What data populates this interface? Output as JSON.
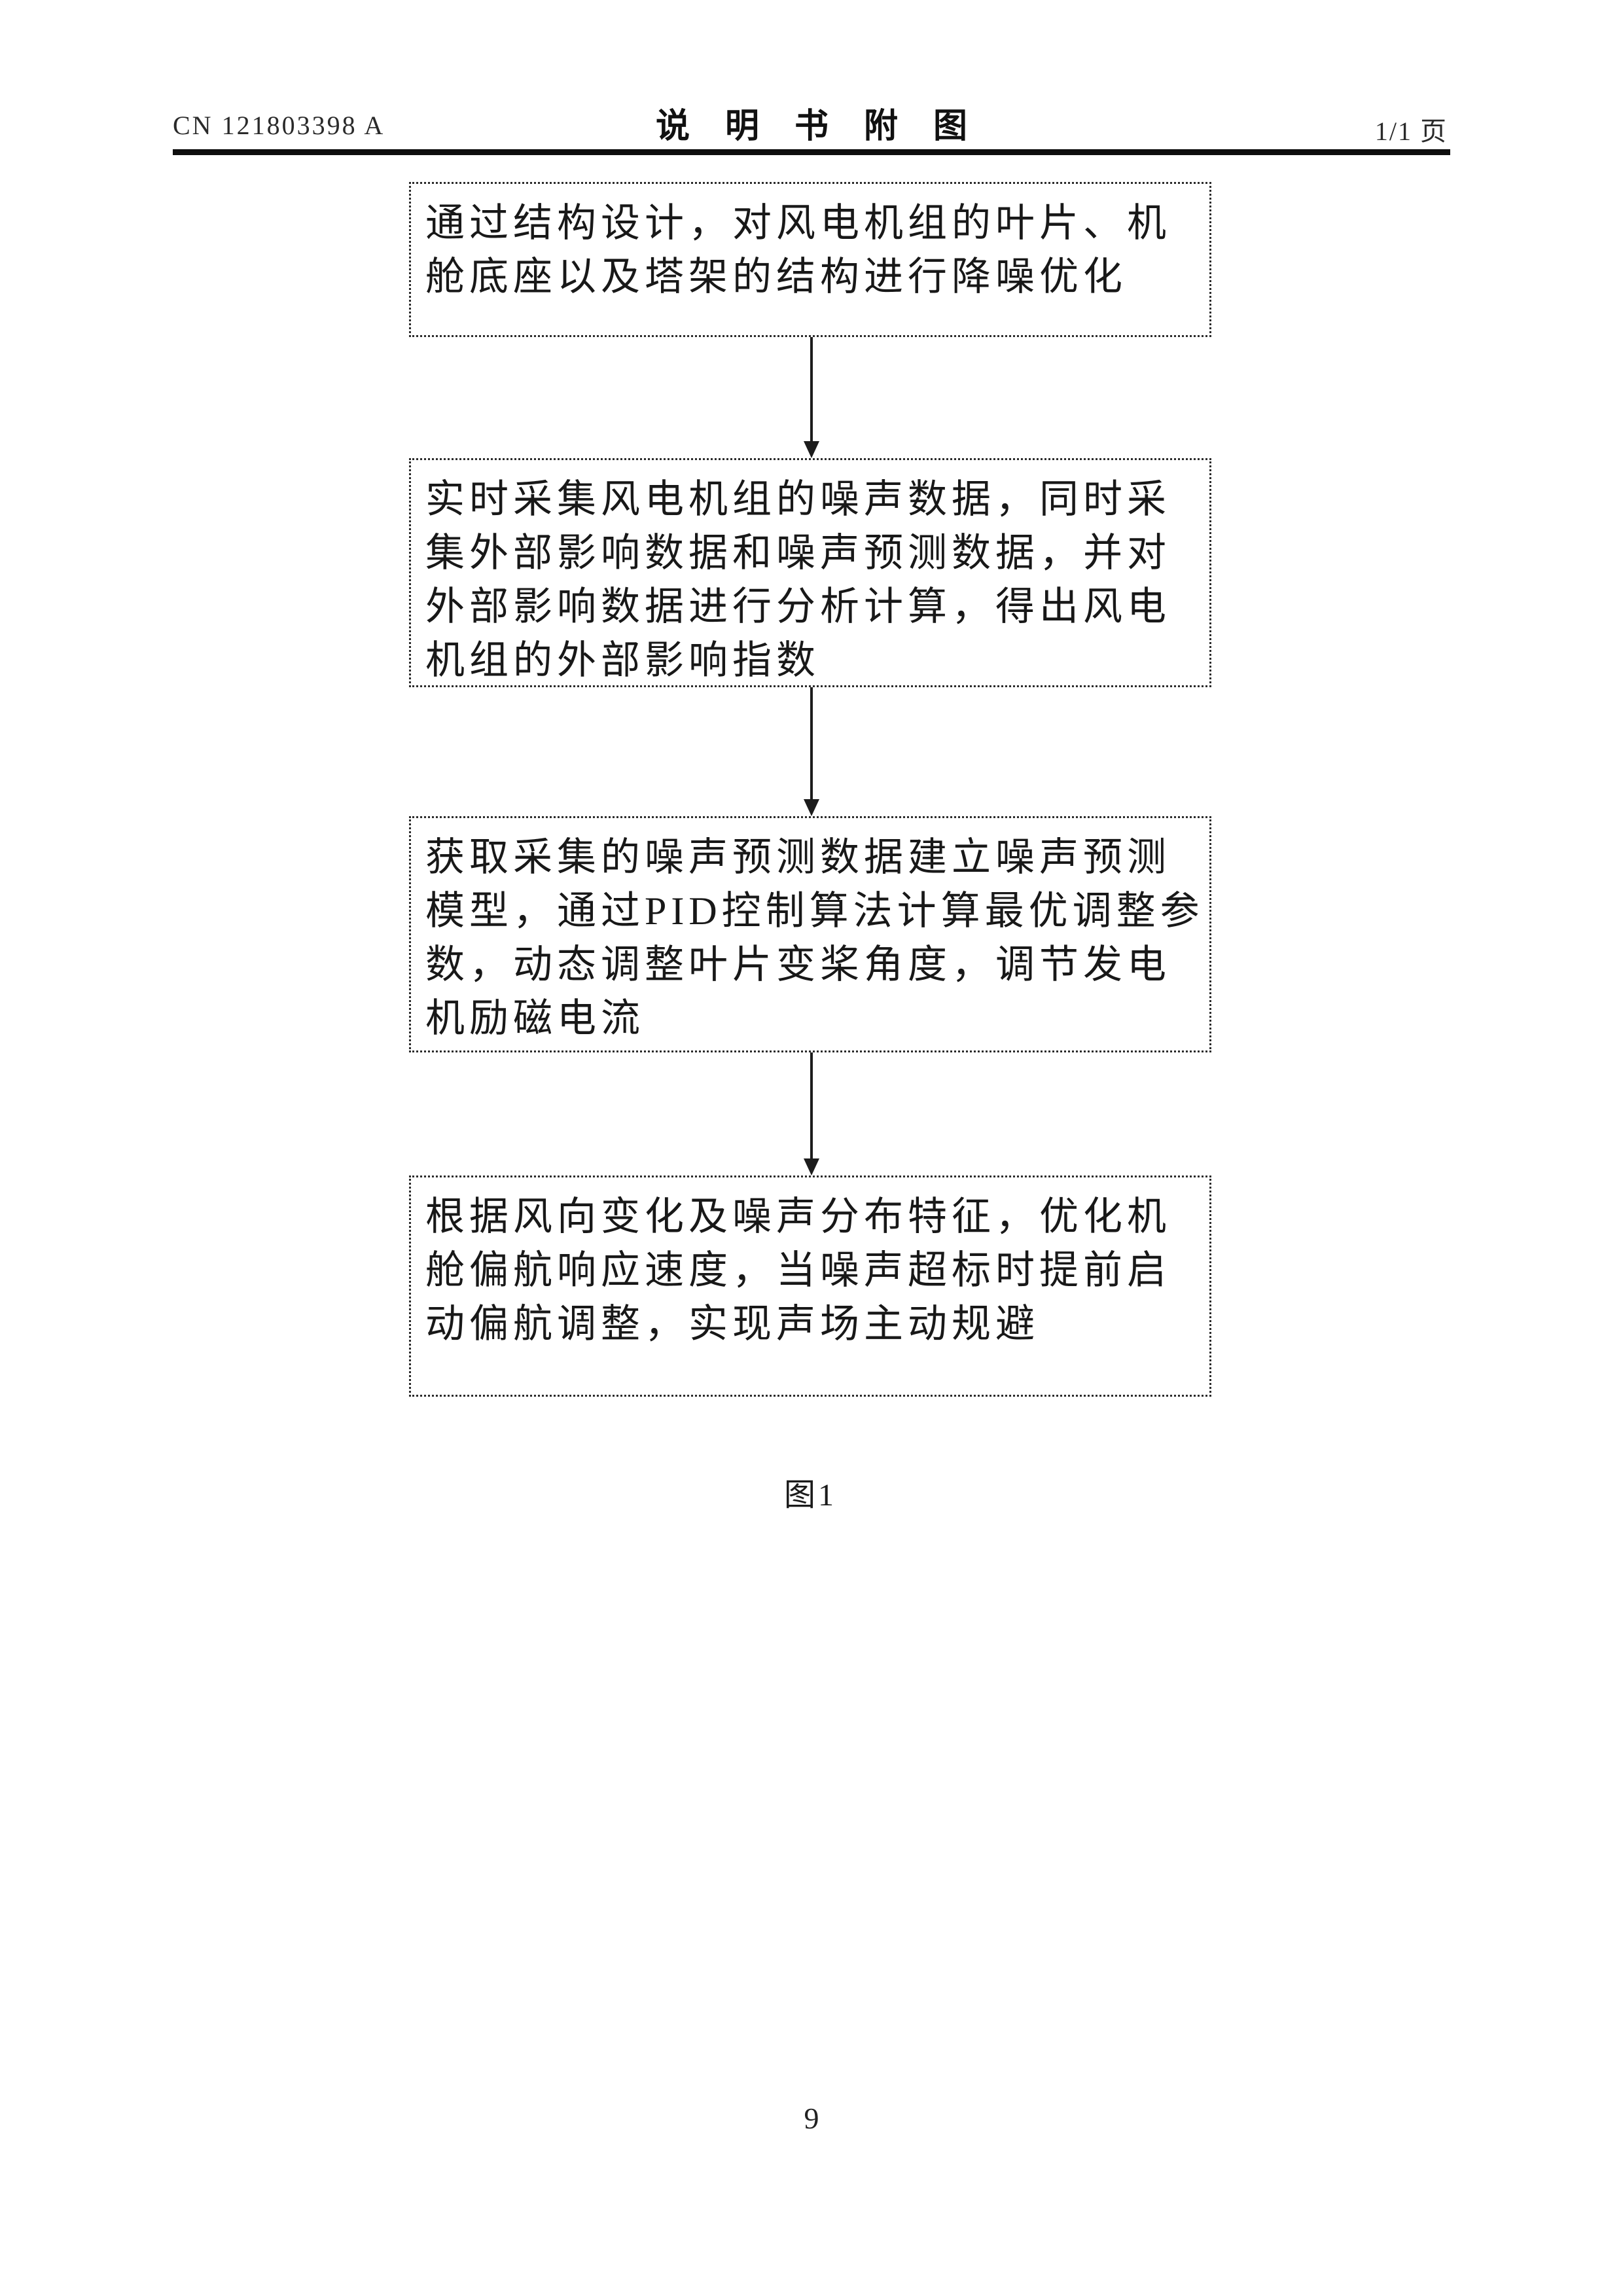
{
  "header": {
    "patent_number": "CN 121803398 A",
    "title": "说明书附图",
    "page_indicator": "1/1 页"
  },
  "flowchart": {
    "caption": "图1",
    "steps": [
      {
        "text": "通过结构设计，对风电机组的叶片、机舱底座以及塔架的结构进行降噪优化",
        "lines": [
          "通过结构设计，对风电机组的叶片、机",
          "舱底座以及塔架的结构进行降噪优化"
        ]
      },
      {
        "text": "实时采集风电机组的噪声数据，同时采集外部影响数据和噪声预测数据，并对外部影响数据进行分析计算，得出风电机组的外部影响指数",
        "lines": [
          "实时采集风电机组的噪声数据，同时采",
          "集外部影响数据和噪声预测数据，并对",
          "外部影响数据进行分析计算，得出风电",
          "机组的外部影响指数"
        ]
      },
      {
        "text": "获取采集的噪声预测数据建立噪声预测模型，通过PID控制算法计算最优调整参数，动态调整叶片变桨角度，调节发电机励磁电流",
        "lines": [
          "获取采集的噪声预测数据建立噪声预测",
          "模型，通过PID控制算法计算最优调整参",
          "数，动态调整叶片变桨角度，调节发电",
          "机励磁电流"
        ]
      },
      {
        "text": "根据风向变化及噪声分布特征，优化机舱偏航响应速度，当噪声超标时提前启动偏航调整，实现声场主动规避",
        "lines": [
          "根据风向变化及噪声分布特征，优化机",
          "舱偏航响应速度，当噪声超标时提前启",
          "动偏航调整，实现声场主动规避"
        ]
      }
    ]
  },
  "footer": {
    "page_number": "9"
  }
}
